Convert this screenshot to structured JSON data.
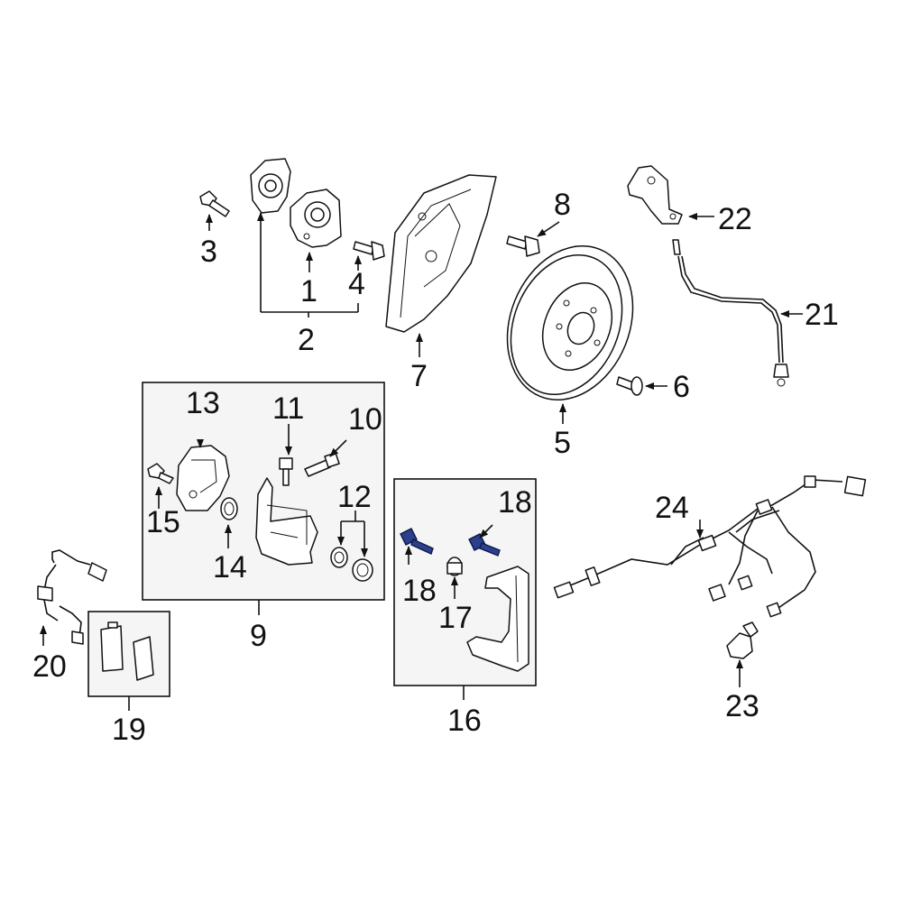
{
  "callouts": {
    "c1": "1",
    "c2": "2",
    "c3": "3",
    "c4": "4",
    "c5": "5",
    "c6": "6",
    "c7": "7",
    "c8": "8",
    "c9": "9",
    "c10": "10",
    "c11": "11",
    "c12": "12",
    "c13": "13",
    "c14": "14",
    "c15": "15",
    "c16": "16",
    "c17": "17",
    "c18": "18",
    "c19": "19",
    "c20": "20",
    "c21": "21",
    "c22": "22",
    "c23": "23",
    "c24": "24"
  },
  "colors": {
    "line": "#111111",
    "group_box_fill": "#f5f5f5",
    "highlight_part": "#2b3f8c"
  },
  "highlighted_parts": [
    "18"
  ]
}
